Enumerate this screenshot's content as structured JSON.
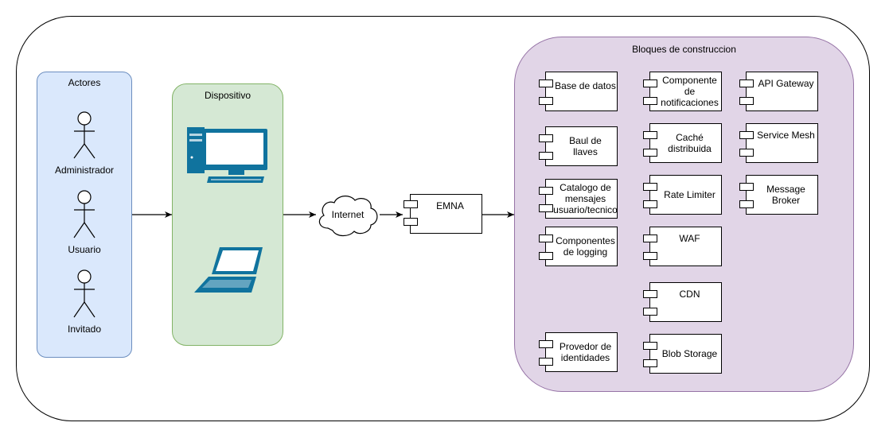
{
  "groups": {
    "actors": "Actores",
    "device": "Dispositivo",
    "blocks": "Bloques de construccion"
  },
  "actors": [
    "Administrador",
    "Usuario",
    "Invitado"
  ],
  "network": {
    "cloud": "Internet",
    "gateway": "EMNA"
  },
  "components": {
    "base_datos": "Base de datos",
    "baul": "Baul de\nllaves",
    "catalogo": "Catalogo de\nmensajes\nusuario/tecnico",
    "logging": "Componentes\nde logging",
    "provedor": "Provedor de\nidentidades",
    "notificaciones": "Componente\nde\nnotificaciones",
    "cache": "Caché\ndistribuida",
    "rate_limiter": "Rate Limiter",
    "waf": "WAF",
    "cdn": "CDN",
    "blob": "Blob Storage",
    "api_gateway": "API Gateway",
    "service_mesh": "Service Mesh",
    "message_broker": "Message\nBroker"
  },
  "icons": [
    "desktop-computer-icon",
    "laptop-icon",
    "cloud-icon",
    "actor-icon"
  ],
  "colors": {
    "actors_fill": "#dae8fc",
    "actors_stroke": "#6c8ebf",
    "device_fill": "#d5e8d4",
    "device_stroke": "#82b366",
    "blocks_fill": "#e1d5e7",
    "blocks_stroke": "#9673a6",
    "device_icon_blue": "#10739e"
  }
}
